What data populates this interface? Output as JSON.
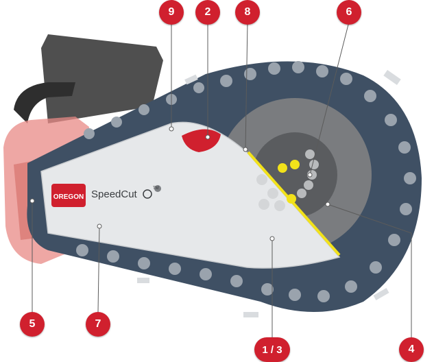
{
  "brand": {
    "logo_text": "OREGON",
    "product_name": "SpeedCut",
    "trademark": "TM"
  },
  "callouts": [
    {
      "id": "9",
      "label": "9"
    },
    {
      "id": "2",
      "label": "2"
    },
    {
      "id": "8",
      "label": "8"
    },
    {
      "id": "6",
      "label": "6"
    },
    {
      "id": "5",
      "label": "5"
    },
    {
      "id": "7",
      "label": "7"
    },
    {
      "id": "1-3",
      "label": "1 / 3"
    },
    {
      "id": "4",
      "label": "4"
    }
  ],
  "colors": {
    "accent": "#d0202e",
    "bar": "#e6e8ea",
    "chain": "#3f5064",
    "sprocket": "#7a7c7f",
    "highlight_yellow": "#f2e21a",
    "housing": "#e88a86"
  }
}
